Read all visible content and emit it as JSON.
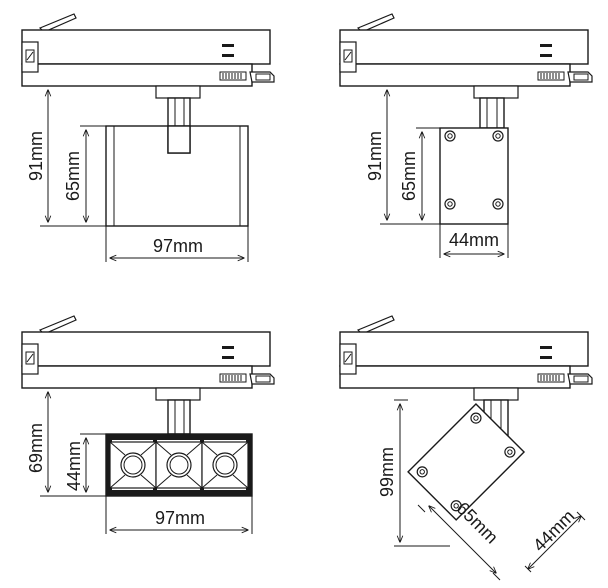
{
  "views": [
    {
      "id": "side-view-plain",
      "dims": {
        "vertical_outer": "91mm",
        "vertical_inner": "65mm",
        "horizontal": "97mm"
      }
    },
    {
      "id": "front-view",
      "dims": {
        "vertical_outer": "91mm",
        "vertical_inner": "65mm",
        "horizontal": "44mm"
      }
    },
    {
      "id": "side-view-lenses",
      "dims": {
        "vertical_outer": "69mm",
        "vertical_inner": "44mm",
        "horizontal": "97mm"
      }
    },
    {
      "id": "tilted-view",
      "dims": {
        "vertical_outer": "99mm",
        "diagonal_long": "65mm",
        "diagonal_short": "44mm"
      }
    }
  ]
}
